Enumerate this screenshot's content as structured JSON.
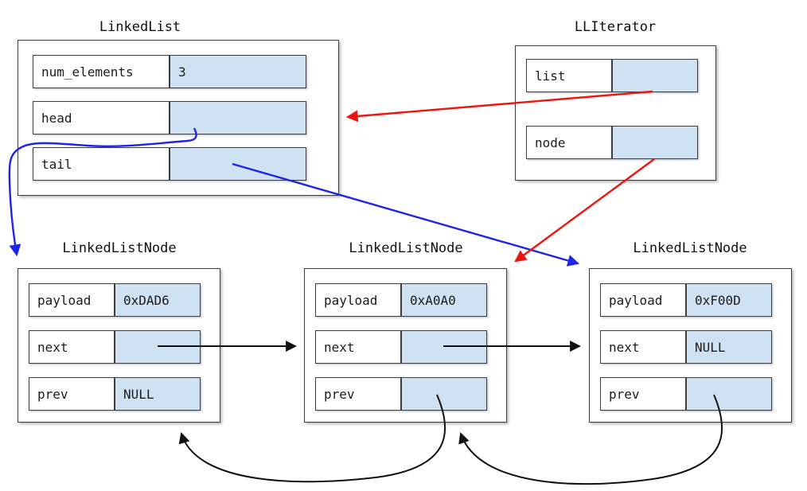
{
  "colors": {
    "blue": "#1f25e8",
    "red": "#ee1410",
    "black": "#111111",
    "cell_fill": "#cfe2f3",
    "border": "#3d3d3d"
  },
  "linked_list": {
    "title": "LinkedList",
    "fields": [
      {
        "label": "num_elements",
        "value": "3"
      },
      {
        "label": "head",
        "value": ""
      },
      {
        "label": "tail",
        "value": ""
      }
    ]
  },
  "iterator": {
    "title": "LLIterator",
    "fields": [
      {
        "label": "list",
        "value": ""
      },
      {
        "label": "node",
        "value": ""
      }
    ]
  },
  "nodes": [
    {
      "title": "LinkedListNode",
      "fields": [
        {
          "label": "payload",
          "value": "0xDAD6"
        },
        {
          "label": "next",
          "value": ""
        },
        {
          "label": "prev",
          "value": "NULL"
        }
      ]
    },
    {
      "title": "LinkedListNode",
      "fields": [
        {
          "label": "payload",
          "value": "0xA0A0"
        },
        {
          "label": "next",
          "value": ""
        },
        {
          "label": "prev",
          "value": ""
        }
      ]
    },
    {
      "title": "LinkedListNode",
      "fields": [
        {
          "label": "payload",
          "value": "0xF00D"
        },
        {
          "label": "next",
          "value": "NULL"
        },
        {
          "label": "prev",
          "value": ""
        }
      ]
    }
  ],
  "edges": [
    {
      "id": "head-pointer",
      "from": "linked_list.head",
      "to": "node-1",
      "color_key": "blue"
    },
    {
      "id": "tail-pointer",
      "from": "linked_list.tail",
      "to": "node-3",
      "color_key": "blue"
    },
    {
      "id": "iterator-list-pointer",
      "from": "iterator.list",
      "to": "linked_list",
      "color_key": "red"
    },
    {
      "id": "iterator-node-pointer",
      "from": "iterator.node",
      "to": "node-2",
      "color_key": "red"
    },
    {
      "id": "next-pointer-1",
      "from": "node-1.next",
      "to": "node-2",
      "color_key": "black"
    },
    {
      "id": "next-pointer-2",
      "from": "node-2.next",
      "to": "node-3",
      "color_key": "black"
    },
    {
      "id": "prev-pointer-2",
      "from": "node-2.prev",
      "to": "node-1",
      "color_key": "black"
    },
    {
      "id": "prev-pointer-3",
      "from": "node-3.prev",
      "to": "node-2",
      "color_key": "black"
    }
  ]
}
